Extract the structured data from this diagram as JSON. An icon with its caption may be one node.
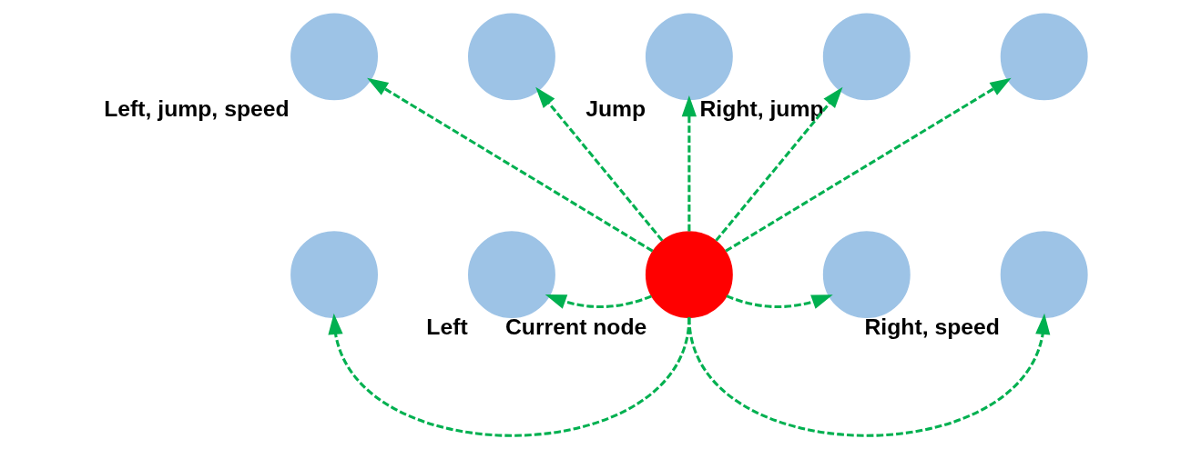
{
  "diagram": {
    "nodes": [
      {
        "text": [],
        "shape": "circle",
        "beside": [
          "Left, jump, speed"
        ]
      },
      {
        "text": [],
        "shape": "circle"
      },
      {
        "text": [],
        "shape": "circle",
        "beside": [
          "Jump"
        ]
      },
      {
        "text": [],
        "shape": "circle",
        "beside": [
          "Right, jump"
        ]
      },
      {
        "text": [],
        "shape": "circle"
      },
      {
        "text": [],
        "shape": "circle"
      },
      {
        "text": [],
        "shape": "circle",
        "beside": [
          "Left"
        ]
      },
      {
        "text": [],
        "shape": "circle",
        "beside": [
          "Current node"
        ]
      },
      {
        "text": [],
        "shape": "circle"
      },
      {
        "text": [],
        "shape": "circle",
        "beside": [
          "Right, speed"
        ]
      }
    ],
    "edges": [
      {
        "from": 7,
        "to": 0,
        "arrow": "to",
        "style": "dashed"
      },
      {
        "from": 7,
        "to": 1,
        "arrow": "to",
        "style": "dashed"
      },
      {
        "from": 7,
        "to": 2,
        "arrow": "to",
        "style": "dashed"
      },
      {
        "from": 7,
        "to": 3,
        "arrow": "to",
        "style": "dashed"
      },
      {
        "from": 7,
        "to": 4,
        "arrow": "to",
        "style": "dashed"
      },
      {
        "from": 7,
        "to": 5,
        "arrow": "to",
        "style": "dashed"
      },
      {
        "from": 7,
        "to": 6,
        "arrow": "to",
        "style": "dashed"
      },
      {
        "from": 7,
        "to": 8,
        "arrow": "to",
        "style": "dashed"
      },
      {
        "from": 7,
        "to": 9,
        "arrow": "to",
        "style": "dashed"
      }
    ]
  }
}
